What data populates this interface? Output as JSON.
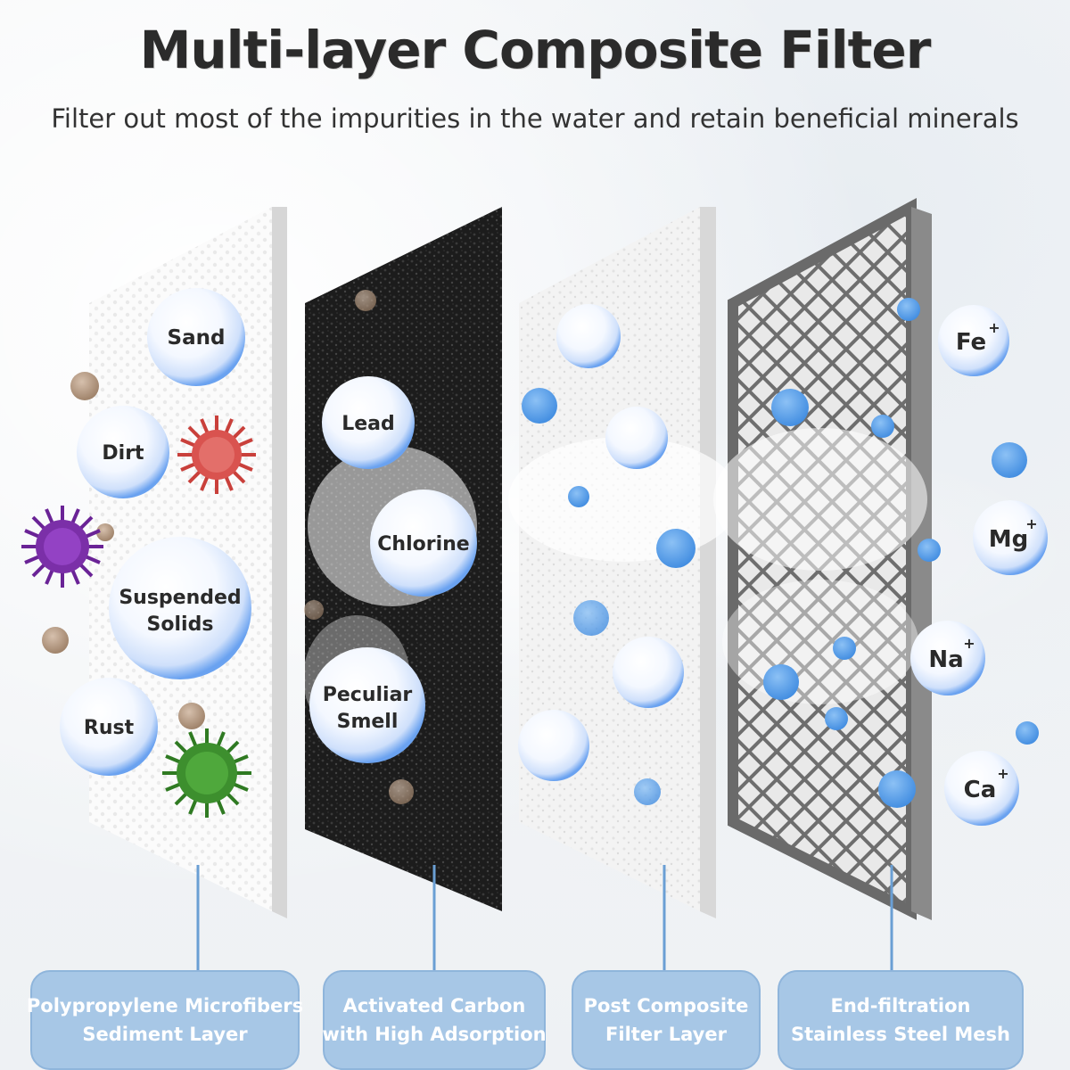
{
  "title": "Multi-layer Composite Filter",
  "subtitle": "Filter out most of the impurities in the water and retain beneficial minerals",
  "layers": [
    {
      "name_line1": "Polypropylene Microfibers",
      "name_line2": "Sediment Layer",
      "color": "#ffffff",
      "impurities": [
        "Sand",
        "Dirt",
        "Suspended",
        "Solids",
        "Rust"
      ]
    },
    {
      "name_line1": "Activated Carbon",
      "name_line2": "with High Adsorption",
      "color": "#1e1e1e",
      "impurities": [
        "Lead",
        "Chlorine",
        "Peculiar",
        "Smell"
      ]
    },
    {
      "name_line1": "Post Composite",
      "name_line2": "Filter Layer",
      "color": "#f2f2f2"
    },
    {
      "name_line1": "End-filtration",
      "name_line2": "Stainless Steel Mesh",
      "color": "#7a7a7a"
    }
  ],
  "minerals": [
    {
      "symbol": "Fe",
      "charge": "+"
    },
    {
      "symbol": "Mg",
      "charge": "+"
    },
    {
      "symbol": "Na",
      "charge": "+"
    },
    {
      "symbol": "Ca",
      "charge": "+"
    }
  ],
  "colors": {
    "caption_bg": "#a7c7e6",
    "bubble_blue": "#4d9be8",
    "virus_red": "#d9534f",
    "virus_purple": "#7b2fa8",
    "virus_green": "#3d8f2e"
  },
  "icons": [
    "virus-icon",
    "water-bubble-icon",
    "mineral-ion-icon"
  ]
}
